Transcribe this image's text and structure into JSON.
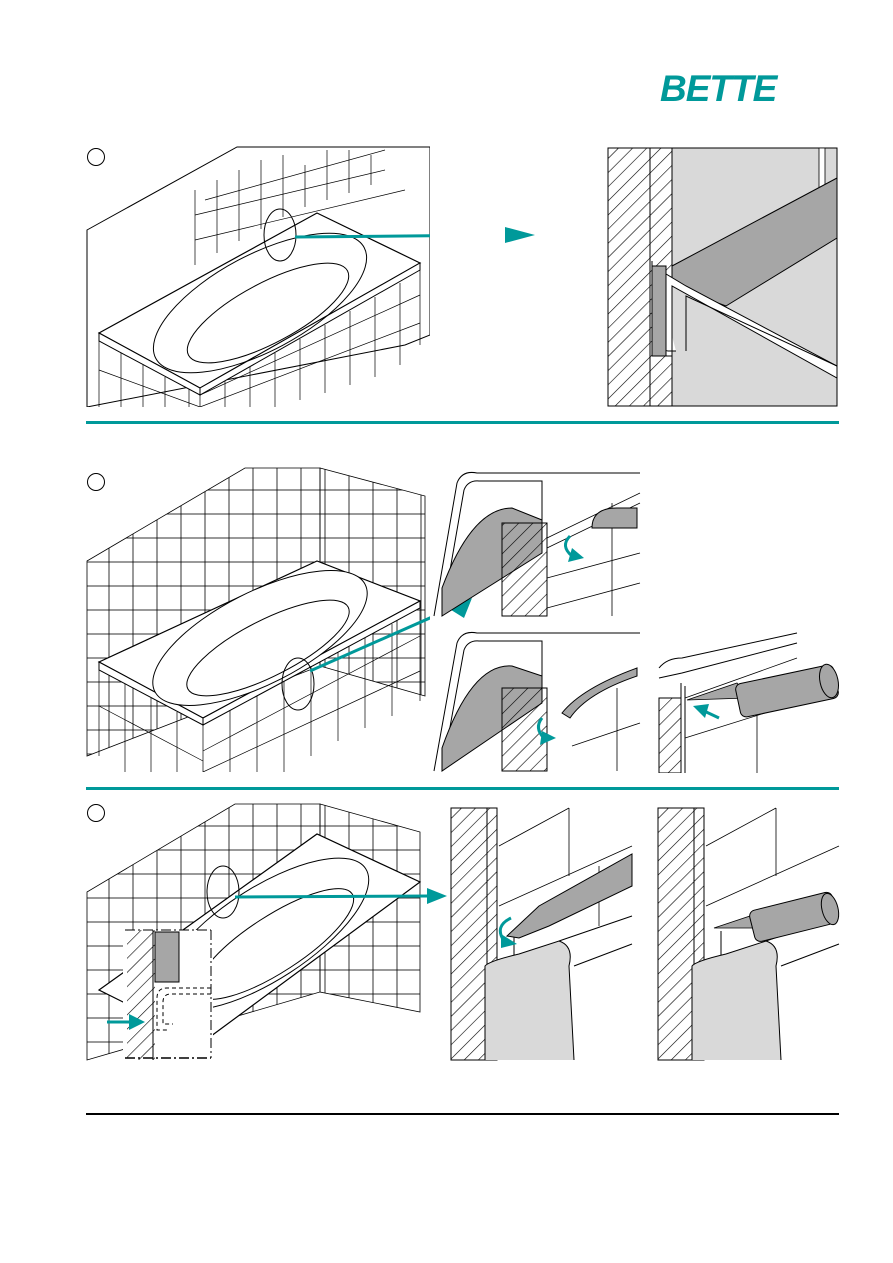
{
  "brand": {
    "name": "BETTE",
    "color": "#00999a"
  },
  "colors": {
    "accent": "#00999a",
    "sealant": "#a6a6a6",
    "panel": "#d9d9d9",
    "line": "#000000"
  },
  "steps": [
    {
      "figures": [
        "bathtub-overview-top-tile-row",
        "wall-joint-detail-section"
      ]
    },
    {
      "figures": [
        "bathtub-overview-tiled-walls",
        "sealing-tape-applied",
        "sealing-tape-folded",
        "sealant-gun-applied"
      ]
    },
    {
      "figures": [
        "bathtub-overview-with-section-inset",
        "wall-sealing-tape-applied",
        "wall-sealant-gun-applied"
      ]
    }
  ],
  "icons": [
    "arrow-right-icon",
    "rotate-arrow-icon",
    "sealant-gun-icon"
  ]
}
